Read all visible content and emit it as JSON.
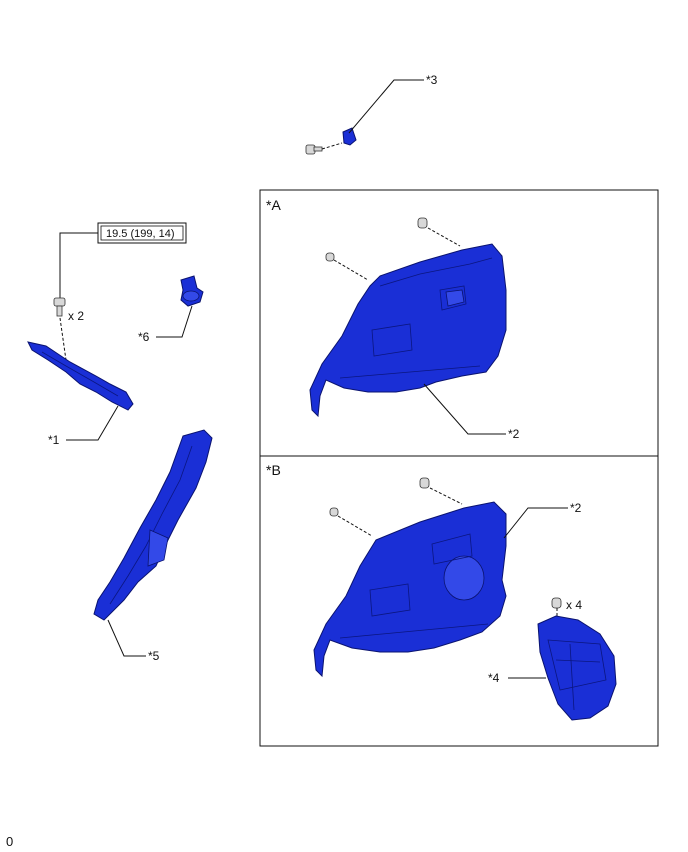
{
  "sections": {
    "a": {
      "label": "*A"
    },
    "b": {
      "label": "*B"
    }
  },
  "callouts": {
    "c1": "*1",
    "c2a": "*2",
    "c2b": "*2",
    "c3": "*3",
    "c4": "*4",
    "c5": "*5",
    "c6": "*6"
  },
  "torque": "19.5 (199, 14)",
  "quantities": {
    "bolt_x2": "x 2",
    "clip_x4": "x 4"
  },
  "footer_code": "0",
  "colors": {
    "part_fill": "#1a2fd6",
    "outline": "#111111"
  }
}
